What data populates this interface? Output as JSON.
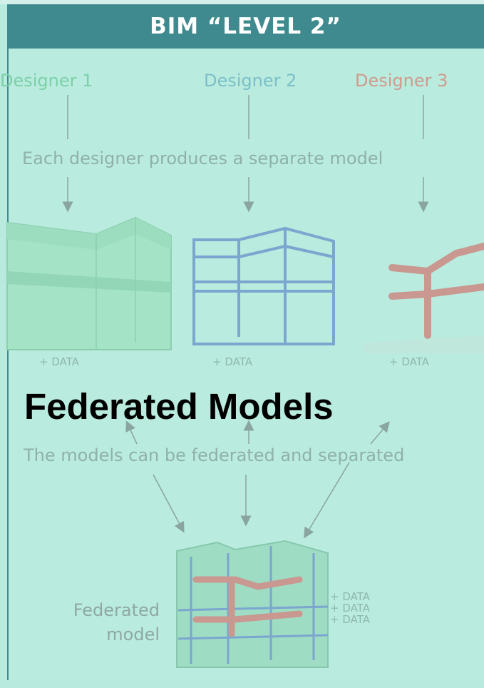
{
  "header": {
    "title": "BIM “LEVEL 2”"
  },
  "designers": [
    "Designer 1",
    "Designer 2",
    "Designer 3"
  ],
  "steps": {
    "produce": "Each designer produces a separate model",
    "federate": "The models can be federated and separated"
  },
  "data_tag": "+ DATA",
  "overlay_title": "Federated Models",
  "federated": {
    "label_line1": "Federated",
    "label_line2": "model",
    "data_tags": [
      "+ DATA",
      "+ DATA",
      "+ DATA"
    ]
  },
  "colors": {
    "header_bg": "#3f8a8f",
    "panel_bg": "#b9ebde",
    "designer1": "#7cd1a8",
    "designer2": "#7cbfc8",
    "designer3": "#d09a8e",
    "arrow": "#8aa5a0"
  }
}
